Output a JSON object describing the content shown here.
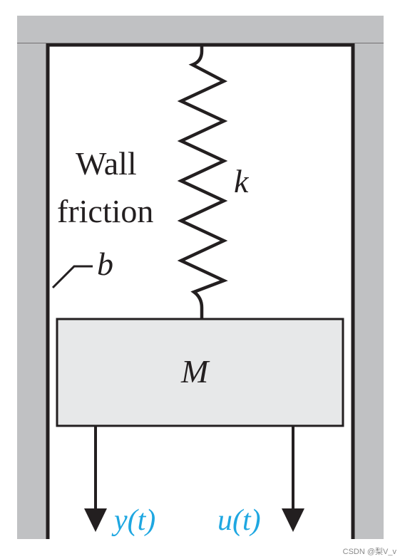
{
  "labels": {
    "friction_line1": "Wall",
    "friction_line2": "friction",
    "friction_coef": "b",
    "spring_constant": "k",
    "mass": "M",
    "output_signal": "y(t)",
    "input_signal": "u(t)"
  },
  "watermark": "CSDN @梨V_v",
  "colors": {
    "wall": "#c0c1c3",
    "mass_block": "#e7e8e9",
    "outline": "#231f20",
    "signal_label": "#1ea7e1"
  }
}
